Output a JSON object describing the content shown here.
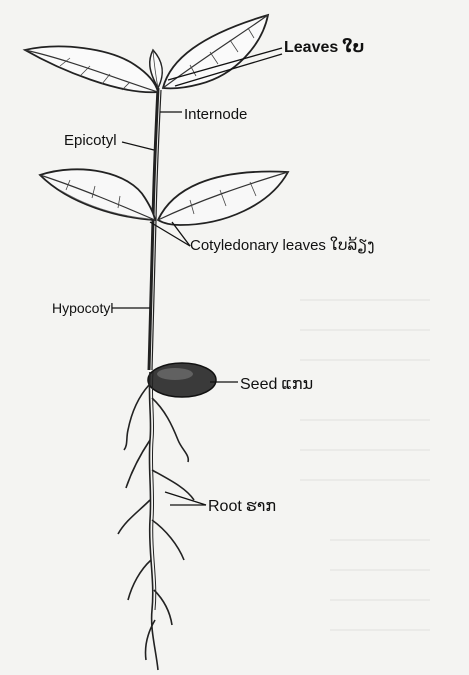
{
  "labels": {
    "leaves": {
      "text": "Leaves",
      "lao": "ໃບ"
    },
    "internode": {
      "text": "Internode"
    },
    "epicotyl": {
      "text": "Epicotyl"
    },
    "cotyledonary": {
      "text": "Cotyledonary leaves",
      "lao": "ໃບລ້ຽງ"
    },
    "hypocotyl": {
      "text": "Hypocotyl"
    },
    "seed": {
      "text": "Seed",
      "lao": "ແກນ"
    },
    "root": {
      "text": "Root",
      "lao": "ຮາກ"
    }
  }
}
